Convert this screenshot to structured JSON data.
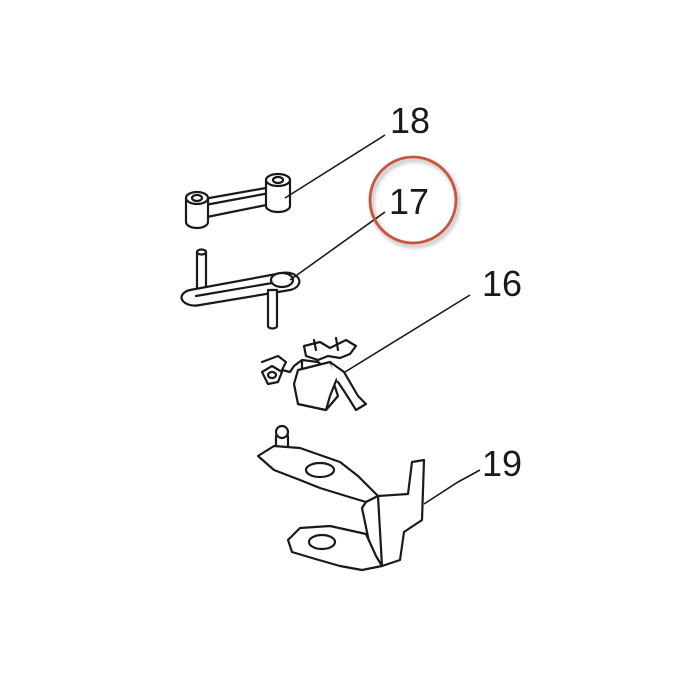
{
  "callouts": [
    {
      "id": "18",
      "label": "18"
    },
    {
      "id": "17",
      "label": "17"
    },
    {
      "id": "16",
      "label": "16"
    },
    {
      "id": "19",
      "label": "19"
    }
  ],
  "highlight": {
    "callout": "17",
    "color": "#c8553d"
  },
  "colors": {
    "line": "#1a1a1a",
    "background": "#ffffff"
  }
}
